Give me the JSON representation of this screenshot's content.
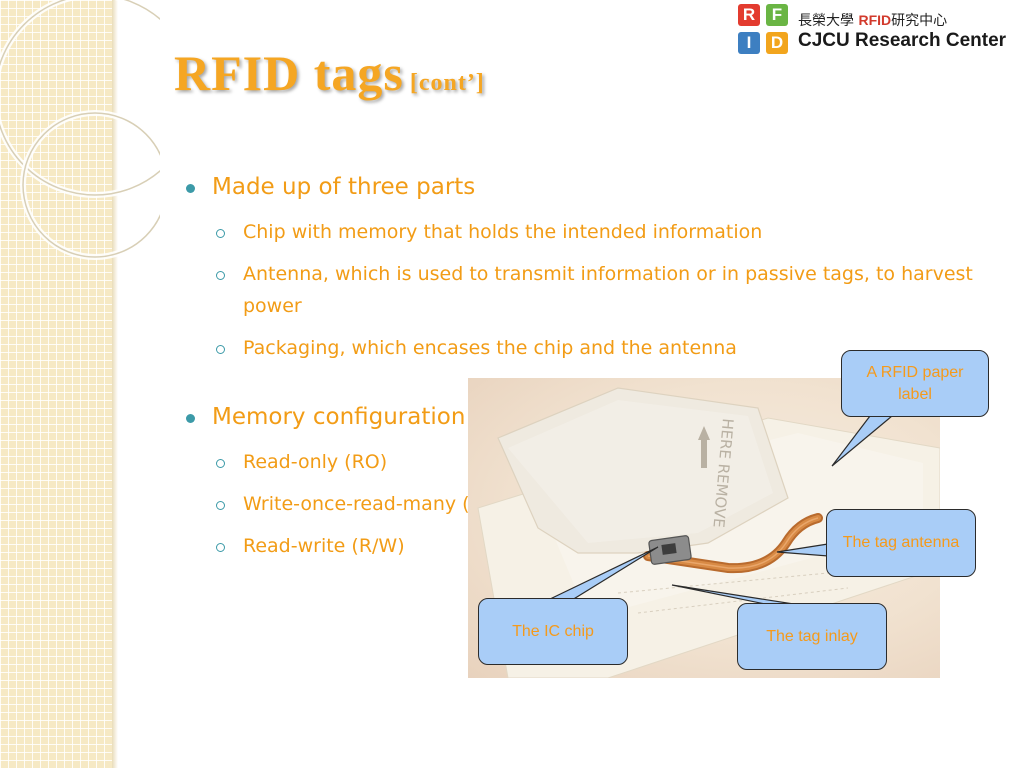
{
  "slide": {
    "title_main": "RFID tags",
    "title_sub": "[cont’]"
  },
  "logo": {
    "letters": [
      "R",
      "F",
      "I",
      "D"
    ],
    "chinese_line_prefix": "長榮大學",
    "chinese_line_rfid": "RFID",
    "chinese_line_suffix": "研究中心",
    "english_line": "CJCU Research Center"
  },
  "bullets": [
    {
      "text": "Made up of three parts",
      "subitems": [
        "Chip with memory that holds the intended information",
        "Antenna, which is used to transmit information or in passive tags, to harvest power",
        "Packaging, which encases the chip and the antenna"
      ]
    },
    {
      "text": "Memory configuration",
      "subitems": [
        "Read-only (RO)",
        "Write-once-read-many (WORM)",
        "Read-write (R/W)"
      ]
    }
  ],
  "photo": {
    "printed_text": "HERE REMOVE"
  },
  "callouts": {
    "paper_label": "A RFID paper label",
    "antenna": "The tag antenna",
    "ic_chip": "The IC chip",
    "inlay": "The tag inlay"
  },
  "colors": {
    "title": "#f5a623",
    "bullet_text": "#f29c16",
    "bullet_marker": "#3c9aa8",
    "callout_fill": "#a9cdf7",
    "callout_text": "#f59a1b"
  }
}
